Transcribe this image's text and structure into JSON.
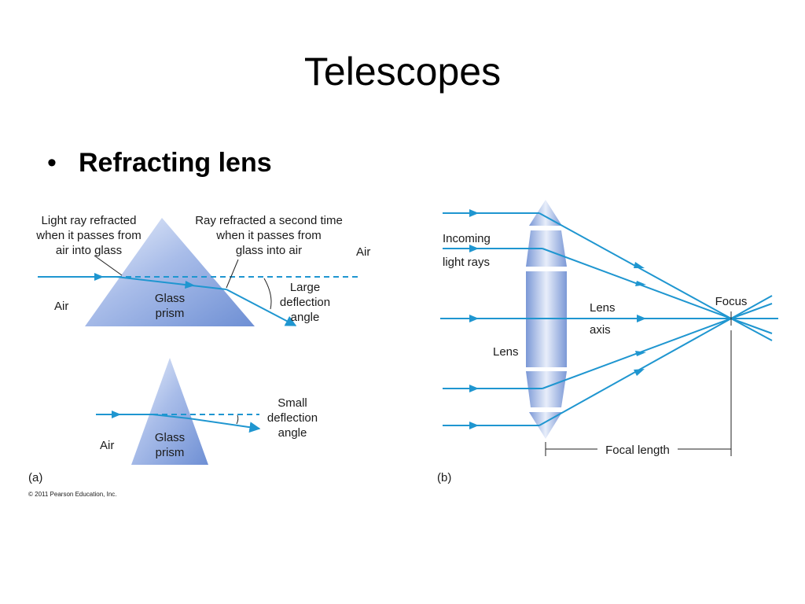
{
  "slide": {
    "title": "Telescopes",
    "bullet_glyph": "•",
    "bullet_text": "Refracting lens"
  },
  "colors": {
    "ray": "#1f96d0",
    "glass_light": "#e4ecfa",
    "glass_dark": "#7a98d8",
    "text": "#1a1a1a"
  },
  "panel_a": {
    "label": "(a)",
    "copyright": "© 2011 Pearson Education, Inc.",
    "large_prism": {
      "label_line1": "Glass",
      "label_line2": "prism",
      "air_left": "Air",
      "air_right": "Air",
      "callout_left": [
        "Light ray refracted",
        "when it passes from",
        "air into glass"
      ],
      "callout_right": [
        "Ray refracted a second time",
        "when it passes from",
        "glass into air"
      ],
      "deflection": [
        "Large",
        "deflection",
        "angle"
      ]
    },
    "small_prism": {
      "label_line1": "Glass",
      "label_line2": "prism",
      "air_left": "Air",
      "deflection": [
        "Small",
        "deflection",
        "angle"
      ]
    }
  },
  "panel_b": {
    "label": "(b)",
    "incoming_line1": "Incoming",
    "incoming_line2": "light rays",
    "lens_label": "Lens",
    "axis_line1": "Lens",
    "axis_line2": "axis",
    "focus_label": "Focus",
    "focal_length_label": "Focal length"
  }
}
